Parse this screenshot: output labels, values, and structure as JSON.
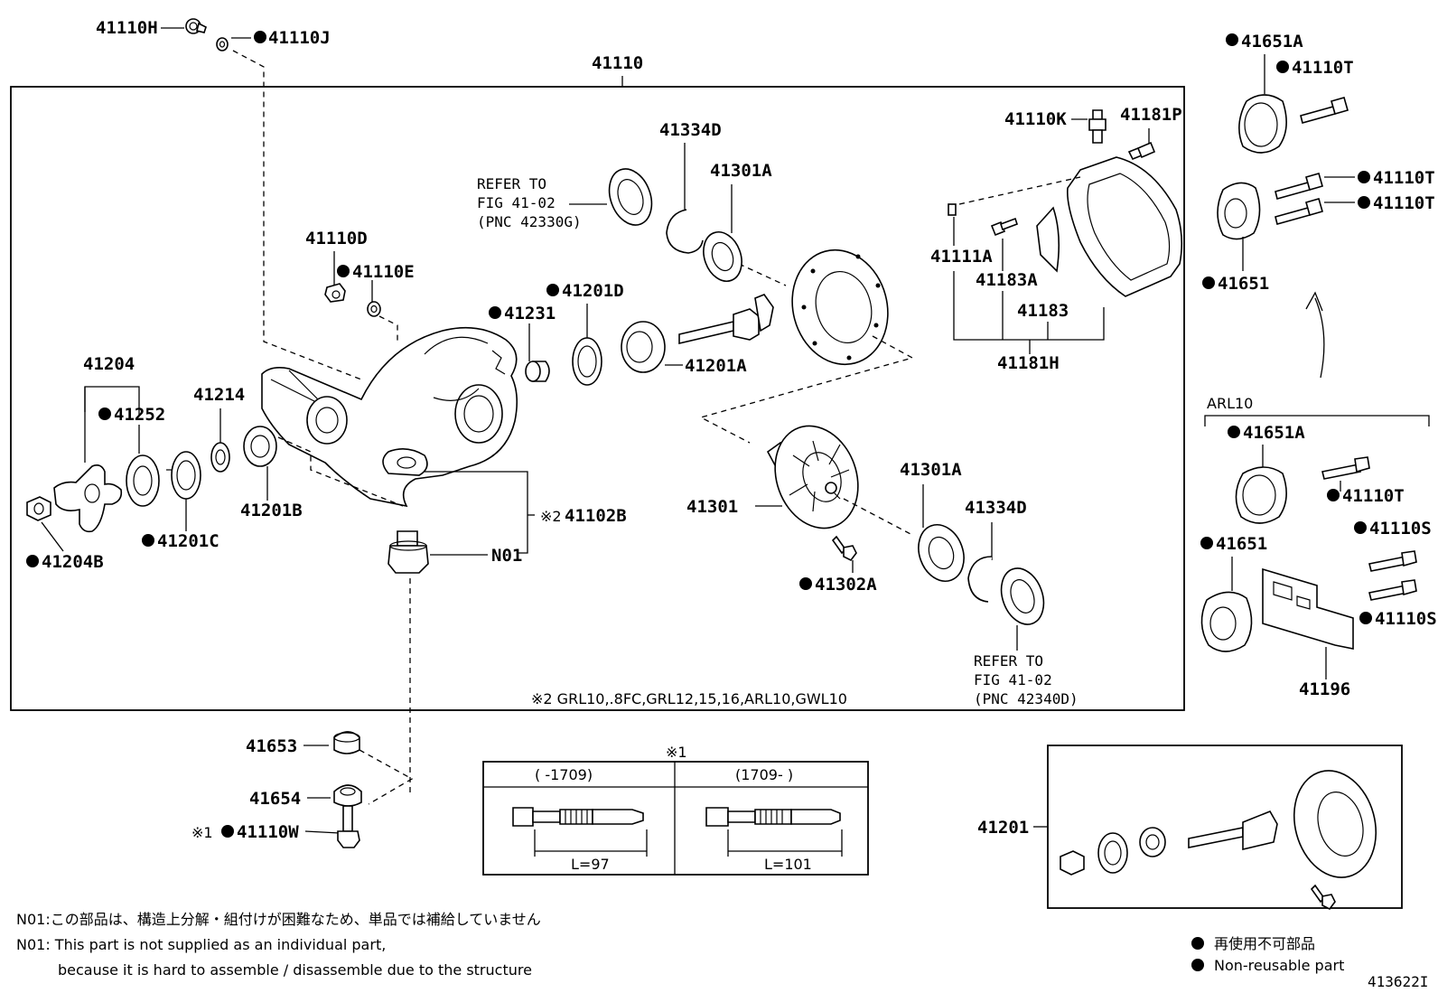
{
  "labels": {
    "l41110H": "41110H",
    "l41110J": "41110J",
    "l41110": "41110",
    "l41334D_top": "41334D",
    "l41301A_top": "41301A",
    "refer_top_1": "REFER TO",
    "refer_top_2": "FIG 41-02",
    "refer_top_3": "(PNC 42330G)",
    "l41110D": "41110D",
    "l41110E": "41110E",
    "l41201D": "41201D",
    "l41231": "41231",
    "l41201A": "41201A",
    "l41204": "41204",
    "l41252": "41252",
    "l41214": "41214",
    "l41201B": "41201B",
    "l41201C": "41201C",
    "l41204B": "41204B",
    "l41102B": "41102B",
    "mark2": "※2",
    "lN01": "N01",
    "l41301": "41301",
    "l41302A": "41302A",
    "l41301A_bot": "41301A",
    "l41334D_bot": "41334D",
    "refer_bot_1": "REFER TO",
    "refer_bot_2": "FIG 41-02",
    "refer_bot_3": "(PNC 42340D)",
    "model_note": "※2 GRL10,.8FC,GRL12,15,16,ARL10,GWL10",
    "l41110K": "41110K",
    "l41181P": "41181P",
    "l41111A": "41111A",
    "l41183A": "41183A",
    "l41183": "41183",
    "l41181H": "41181H",
    "l41651A_top": "41651A",
    "l41110T_1": "41110T",
    "l41110T_2": "41110T",
    "l41110T_3": "41110T",
    "l41651_top": "41651",
    "arl10": "ARL10",
    "l41651A_bot": "41651A",
    "l41110T_4": "41110T",
    "l41110S_1": "41110S",
    "l41110S_2": "41110S",
    "l41651_bot": "41651",
    "l41196": "41196",
    "l41653": "41653",
    "l41654": "41654",
    "l41110W": "41110W",
    "mark1": "※1",
    "l41201": "41201"
  },
  "bolt_table": {
    "title": "※1",
    "col1_header": "(     -1709)",
    "col2_header": "(1709-     )",
    "col1_length": "L=97",
    "col2_length": "L=101"
  },
  "footer": {
    "n01_jp": "N01:この部品は、構造上分解・組付けが困難なため、単品では補給していません",
    "n01_en_1": "N01: This part is not supplied as an individual part,",
    "n01_en_2": "because it is hard to assemble / disassemble due to the structure"
  },
  "legend": {
    "jp": "再使用不可部品",
    "en": "Non-reusable part"
  },
  "diagram_id": "413622I"
}
